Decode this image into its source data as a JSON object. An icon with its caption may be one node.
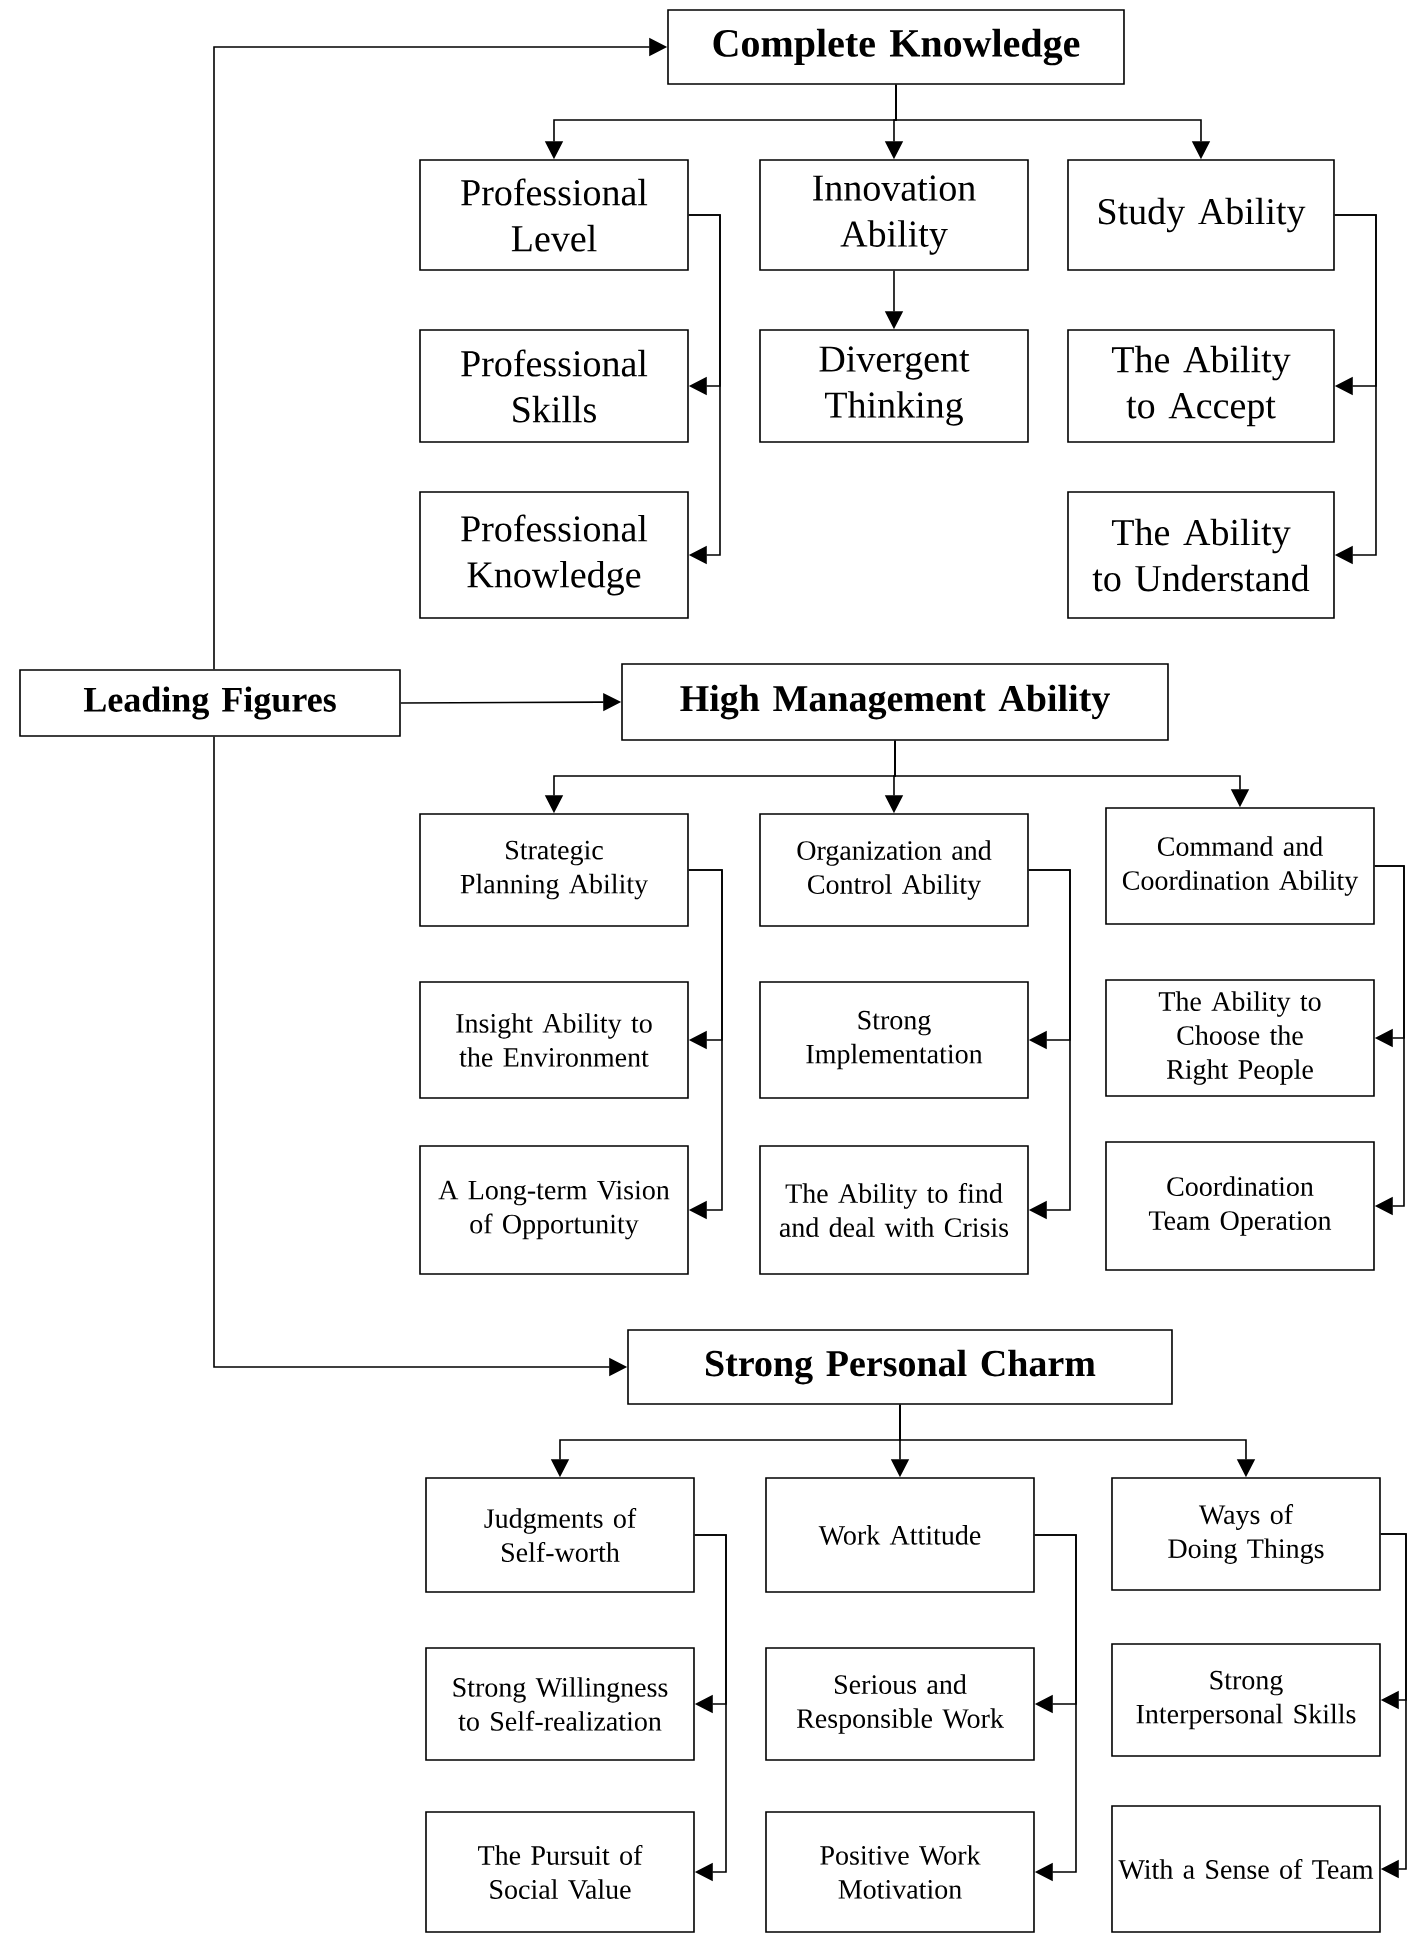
{
  "diagram": {
    "nodes": [
      {
        "text": [
          "Leading Figures"
        ]
      },
      {
        "text": [
          "Complete Knowledge"
        ]
      },
      {
        "text": [
          "Professional Level"
        ]
      },
      {
        "text": [
          "Innovation Ability"
        ]
      },
      {
        "text": [
          "Study Ability"
        ]
      },
      {
        "text": [
          "Professional Skills"
        ]
      },
      {
        "text": [
          "Divergent Thinking"
        ]
      },
      {
        "text": [
          "The Ability to Accept"
        ]
      },
      {
        "text": [
          "Professional Knowledge"
        ]
      },
      {
        "text": [
          "The Ability to Understand"
        ]
      },
      {
        "text": [
          "High Management Ability"
        ]
      },
      {
        "text": [
          "Strategic Planning Ability"
        ]
      },
      {
        "text": [
          "Organization and Control Ability"
        ]
      },
      {
        "text": [
          "Command and Coordination Ability"
        ]
      },
      {
        "text": [
          "Insight Ability to the Environment"
        ]
      },
      {
        "text": [
          "Strong Implementation"
        ]
      },
      {
        "text": [
          "The Ability to Choose the Right People"
        ]
      },
      {
        "text": [
          "A Long-term Vision of Opportunity"
        ]
      },
      {
        "text": [
          "The Ability to find and deal with Crisis"
        ]
      },
      {
        "text": [
          "Coordination Team Operation"
        ]
      },
      {
        "text": [
          "Strong Personal Charm"
        ]
      },
      {
        "text": [
          "Judgments of Self-worth"
        ]
      },
      {
        "text": [
          "Work Attitude"
        ]
      },
      {
        "text": [
          "Ways of Doing Things"
        ]
      },
      {
        "text": [
          "Strong Willingness to Self-realization"
        ]
      },
      {
        "text": [
          "Serious and Responsible Work"
        ]
      },
      {
        "text": [
          "Strong Interpersonal Skills"
        ]
      },
      {
        "text": [
          "The Pursuit of Social Value"
        ]
      },
      {
        "text": [
          "Positive Work Motivation"
        ]
      },
      {
        "text": [
          "With a Sense of Team"
        ]
      }
    ],
    "edges": [
      {
        "from": 0,
        "to": 1,
        "arrow": "to"
      },
      {
        "from": 0,
        "to": 10,
        "arrow": "to"
      },
      {
        "from": 0,
        "to": 20,
        "arrow": "to"
      },
      {
        "from": 1,
        "to": 2,
        "arrow": "to"
      },
      {
        "from": 1,
        "to": 3,
        "arrow": "to"
      },
      {
        "from": 1,
        "to": 4,
        "arrow": "to"
      },
      {
        "from": 3,
        "to": 6,
        "arrow": "to"
      },
      {
        "from": 2,
        "to": 5,
        "arrow": "to"
      },
      {
        "from": 2,
        "to": 8,
        "arrow": "to"
      },
      {
        "from": 4,
        "to": 7,
        "arrow": "to"
      },
      {
        "from": 4,
        "to": 9,
        "arrow": "to"
      },
      {
        "from": 10,
        "to": 11,
        "arrow": "to"
      },
      {
        "from": 10,
        "to": 12,
        "arrow": "to"
      },
      {
        "from": 10,
        "to": 13,
        "arrow": "to"
      },
      {
        "from": 11,
        "to": 14,
        "arrow": "to"
      },
      {
        "from": 11,
        "to": 17,
        "arrow": "to"
      },
      {
        "from": 12,
        "to": 15,
        "arrow": "to"
      },
      {
        "from": 12,
        "to": 18,
        "arrow": "to"
      },
      {
        "from": 13,
        "to": 16,
        "arrow": "to"
      },
      {
        "from": 13,
        "to": 19,
        "arrow": "to"
      },
      {
        "from": 20,
        "to": 21,
        "arrow": "to"
      },
      {
        "from": 20,
        "to": 22,
        "arrow": "to"
      },
      {
        "from": 20,
        "to": 23,
        "arrow": "to"
      },
      {
        "from": 21,
        "to": 24,
        "arrow": "to"
      },
      {
        "from": 21,
        "to": 27,
        "arrow": "to"
      },
      {
        "from": 22,
        "to": 25,
        "arrow": "to"
      },
      {
        "from": 22,
        "to": 28,
        "arrow": "to"
      },
      {
        "from": 23,
        "to": 26,
        "arrow": "to"
      },
      {
        "from": 23,
        "to": 29,
        "arrow": "to"
      }
    ]
  }
}
